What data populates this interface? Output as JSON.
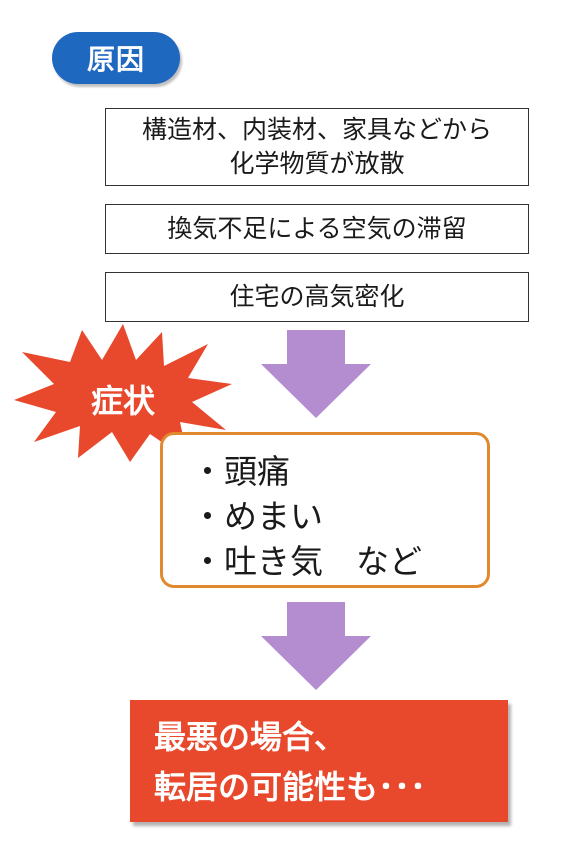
{
  "cause": {
    "label": "原因",
    "items": [
      "構造材、内装材、家具などから\n化学物質が放散",
      "換気不足による空気の滞留",
      "住宅の高気密化"
    ]
  },
  "symptom": {
    "label": "症状",
    "items": [
      "・頭痛",
      "・めまい",
      "・吐き気　など"
    ]
  },
  "conclusion": {
    "lines": [
      "最悪の場合、",
      "転居の可能性も･･･"
    ]
  },
  "colors": {
    "cause_pill": "#1f68c0",
    "burst": "#e8492c",
    "symptom_border": "#e0892e",
    "arrow": "#b48cd0",
    "conclusion_bg": "#e8492c"
  },
  "icons": {
    "arrow": "down-arrow-icon",
    "burst": "starburst-icon"
  }
}
